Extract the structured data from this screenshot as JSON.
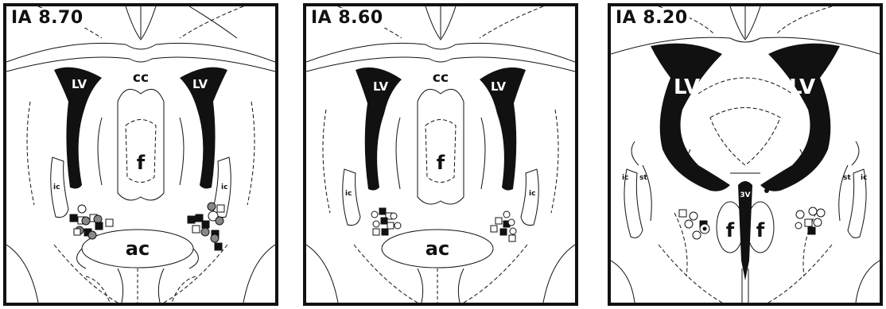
{
  "panels": [
    {
      "label": "IA 8.70",
      "structures": {
        "cc": "cc",
        "lv_left": "LV",
        "lv_right": "LV",
        "f": "f",
        "ac": "ac",
        "ic_left": "ic",
        "ic_right": "ic"
      }
    },
    {
      "label": "IA 8.60",
      "structures": {
        "cc": "cc",
        "lv_left": "LV",
        "lv_right": "LV",
        "f": "f",
        "ac": "ac",
        "ic_left": "ic",
        "ic_right": "ic"
      }
    },
    {
      "label": "IA 8.20",
      "structures": {
        "lv_left": "LV",
        "lv_right": "LV",
        "ic_left": "ic",
        "ic_right": "ic",
        "st_left": "st",
        "st_right": "st",
        "v3": "3V",
        "f_left": "f",
        "f_right": "f"
      }
    }
  ],
  "colors": {
    "ink": "#111111",
    "marker_gray": "#808080",
    "background": "#ffffff"
  },
  "marker_legend_icons": [
    "filled-square",
    "open-square",
    "filled-circle",
    "gray-circle",
    "open-circle"
  ]
}
